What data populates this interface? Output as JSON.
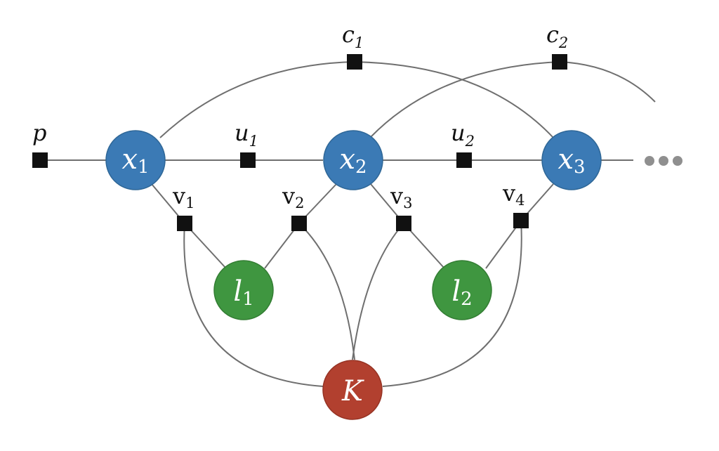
{
  "variables": [
    {
      "id": "x1",
      "base": "x",
      "sub": "1",
      "kind": "pose",
      "color": "#3b7ab5"
    },
    {
      "id": "x2",
      "base": "x",
      "sub": "2",
      "kind": "pose",
      "color": "#3b7ab5"
    },
    {
      "id": "x3",
      "base": "x",
      "sub": "3",
      "kind": "pose",
      "color": "#3b7ab5"
    },
    {
      "id": "l1",
      "base": "l",
      "sub": "1",
      "kind": "landmark",
      "color": "#3f9640"
    },
    {
      "id": "l2",
      "base": "l",
      "sub": "2",
      "kind": "landmark",
      "color": "#3f9640"
    },
    {
      "id": "K",
      "base": "K",
      "sub": "",
      "kind": "calibration",
      "color": "#b2402f"
    }
  ],
  "factors": [
    {
      "id": "p",
      "base": "p",
      "sub": ""
    },
    {
      "id": "u1",
      "base": "u",
      "sub": "1"
    },
    {
      "id": "u2",
      "base": "u",
      "sub": "2"
    },
    {
      "id": "c1",
      "base": "c",
      "sub": "1"
    },
    {
      "id": "c2",
      "base": "c",
      "sub": "2"
    },
    {
      "id": "v1",
      "base": "v",
      "sub": "1"
    },
    {
      "id": "v2",
      "base": "v",
      "sub": "2"
    },
    {
      "id": "v3",
      "base": "v",
      "sub": "3"
    },
    {
      "id": "v4",
      "base": "v",
      "sub": "4"
    }
  ],
  "edges": [
    [
      "p",
      "x1"
    ],
    [
      "x1",
      "u1"
    ],
    [
      "u1",
      "x2"
    ],
    [
      "x2",
      "u2"
    ],
    [
      "u2",
      "x3"
    ],
    [
      "x1",
      "c1"
    ],
    [
      "c1",
      "x3"
    ],
    [
      "x2",
      "c2"
    ],
    [
      "x1",
      "v1"
    ],
    [
      "v1",
      "l1"
    ],
    [
      "v1",
      "K"
    ],
    [
      "x2",
      "v2"
    ],
    [
      "v2",
      "l1"
    ],
    [
      "v2",
      "K"
    ],
    [
      "x2",
      "v3"
    ],
    [
      "v3",
      "l2"
    ],
    [
      "v3",
      "K"
    ],
    [
      "x3",
      "v4"
    ],
    [
      "v4",
      "l2"
    ],
    [
      "v4",
      "K"
    ]
  ],
  "continuation": "•••",
  "colors": {
    "pose": "#3b7ab5",
    "landmark": "#3f9640",
    "calibration": "#b2402f",
    "factor": "#111111",
    "edge": "#6f6f6f"
  }
}
